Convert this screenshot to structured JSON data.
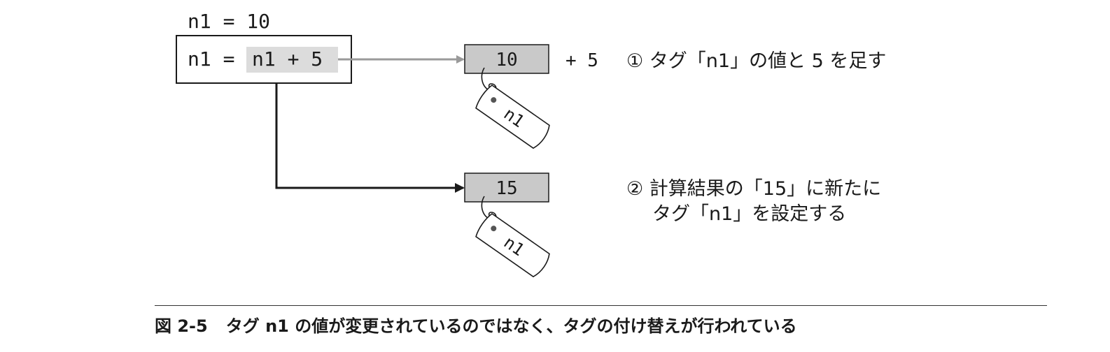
{
  "code": {
    "initial_statement": "n1 = 10",
    "assign_target": "n1 =",
    "assign_expr": "n1 + 5"
  },
  "boxes": {
    "old_value": "10",
    "new_value": "15"
  },
  "tags": {
    "old_tag_label": "n1",
    "new_tag_label": "n1"
  },
  "operation": {
    "add_label": "+ 5"
  },
  "steps": {
    "step1": "① タグ「n1」の値と 5 を足す",
    "step2_line1": "② 計算結果の「15」に新たに",
    "step2_line2": "タグ「n1」を設定する"
  },
  "caption": {
    "number": "図 2-5",
    "text": "タグ n1 の値が変更されているのではなく、タグの付け替えが行われている"
  },
  "colors": {
    "value_box_fill": "#c9c9c9",
    "expr_highlight": "#dcdcdc",
    "arrow_gray": "#9a9a9a",
    "arrow_dark": "#1a1a1a"
  }
}
